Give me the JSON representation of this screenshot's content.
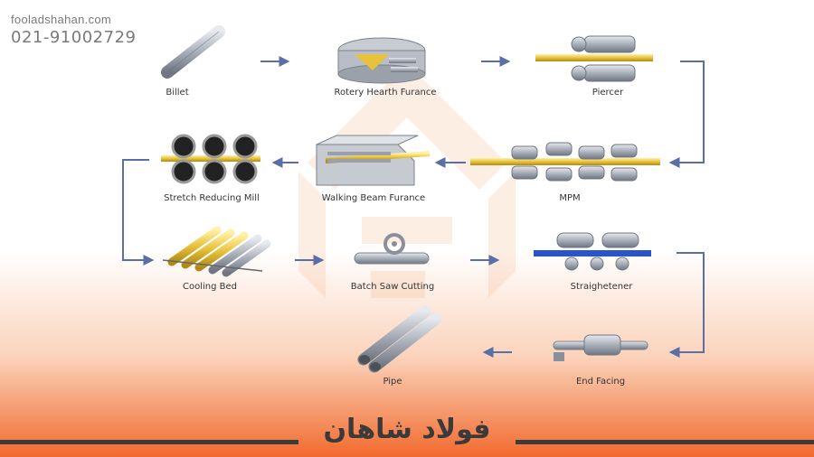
{
  "brand": {
    "url": "fooladshahan.com",
    "phone": "021-91002729",
    "logo_text": "فولاد شاهان"
  },
  "steps": [
    {
      "id": "billet",
      "label": "Billet"
    },
    {
      "id": "rotary",
      "label": "Rotery Hearth Furance"
    },
    {
      "id": "piercer",
      "label": "Piercer"
    },
    {
      "id": "mpm",
      "label": "MPM"
    },
    {
      "id": "walking",
      "label": "Walking Beam Furance"
    },
    {
      "id": "stretch",
      "label": "Stretch Reducing Mill"
    },
    {
      "id": "cooling",
      "label": "Cooling Bed"
    },
    {
      "id": "saw",
      "label": "Batch Saw Cutting"
    },
    {
      "id": "straight",
      "label": "Straighetener"
    },
    {
      "id": "endface",
      "label": "End Facing"
    },
    {
      "id": "pipe",
      "label": "Pipe"
    }
  ],
  "colors": {
    "arrow": "#5a6fa8",
    "accent": "#f07a2a",
    "gold": "#e8c23a",
    "blue": "#2a55c8",
    "steel": "#a8aeb8"
  }
}
